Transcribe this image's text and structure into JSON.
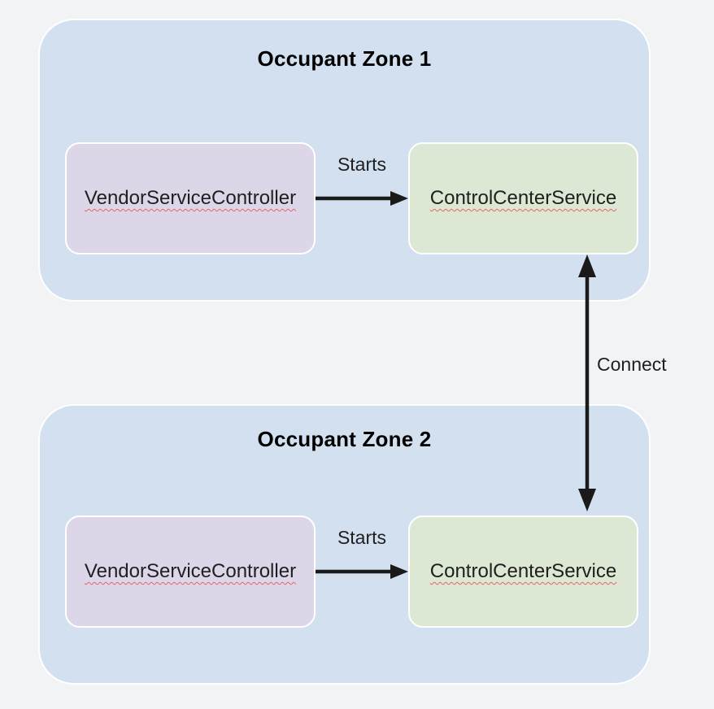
{
  "colors": {
    "background": "#f1f3f4",
    "zone_fill": "#d3e0f0",
    "zone_border": "#ffffff",
    "controller_fill": "#ddd6e8",
    "service_fill": "#dce8d3",
    "box_border": "#ffffff",
    "arrow": "#1a1a1a",
    "title_text": "#000000",
    "label_text": "#1f1f1f",
    "spellcheck": "#e06666"
  },
  "zones": [
    {
      "title": "Occupant Zone 1",
      "nodes": {
        "controller": "VendorServiceController",
        "service": "ControlCenterService"
      },
      "edge_label": "Starts"
    },
    {
      "title": "Occupant Zone 2",
      "nodes": {
        "controller": "VendorServiceController",
        "service": "ControlCenterService"
      },
      "edge_label": "Starts"
    }
  ],
  "connector": {
    "label": "Connect"
  }
}
